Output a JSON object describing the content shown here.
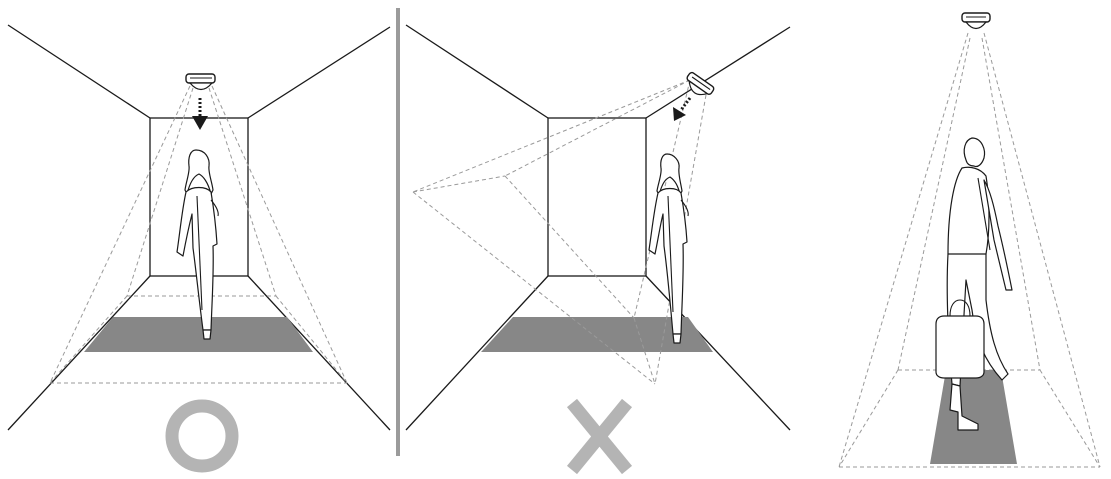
{
  "diagram": {
    "panels": [
      {
        "id": "correct",
        "verdict": "correct",
        "camera_orientation": "ceiling-center-facing-down",
        "mark": "circle"
      },
      {
        "id": "incorrect",
        "verdict": "incorrect",
        "camera_orientation": "ceiling-corner-angled",
        "mark": "cross"
      },
      {
        "id": "side-view",
        "verdict": "illustration",
        "camera_orientation": "ceiling-top-down-side-view",
        "mark": "none"
      }
    ],
    "icons": {
      "camera": "ceiling-camera-icon",
      "arrow": "view-direction-arrow-icon",
      "correct": "circle-mark-icon",
      "incorrect": "cross-mark-icon",
      "person_walking": "walking-woman-icon",
      "person_with_bag": "walking-man-with-bag-icon"
    },
    "colors": {
      "line": "#1a1a1a",
      "fov_dashed": "#9a9a9a",
      "floor_zone": "#878787",
      "mark": "#b4b4b4",
      "divider": "#9b9b9b",
      "background": "#ffffff"
    }
  }
}
